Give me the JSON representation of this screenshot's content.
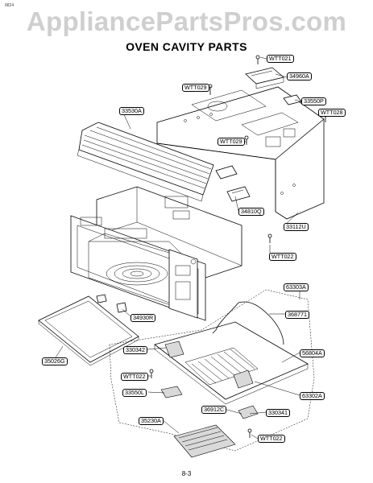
{
  "corner_code": "8824",
  "watermark": "AppliancePartsPros.com",
  "title": "OVEN CAVITY PARTS",
  "page_number": "8-3",
  "parts": [
    {
      "id": "wtt021",
      "label": "WTT021"
    },
    {
      "id": "34960a",
      "label": "34960A"
    },
    {
      "id": "wtt029-top",
      "label": "WTT029"
    },
    {
      "id": "33550p",
      "label": "33550P"
    },
    {
      "id": "wtt028",
      "label": "WTT028"
    },
    {
      "id": "33530a",
      "label": "33530A"
    },
    {
      "id": "wtt029-mid",
      "label": "WTT029"
    },
    {
      "id": "34810q",
      "label": "34810Q"
    },
    {
      "id": "33112u",
      "label": "33112U"
    },
    {
      "id": "wtt022-right",
      "label": "WTT022"
    },
    {
      "id": "63303a",
      "label": "63303A"
    },
    {
      "id": "368771",
      "label": "368771"
    },
    {
      "id": "34930r",
      "label": "34930R"
    },
    {
      "id": "35026g",
      "label": "35026G"
    },
    {
      "id": "330342",
      "label": "330342"
    },
    {
      "id": "56804a",
      "label": "56804A"
    },
    {
      "id": "wtt022-left",
      "label": "WTT022"
    },
    {
      "id": "33550l",
      "label": "33550L"
    },
    {
      "id": "63302a",
      "label": "63302A"
    },
    {
      "id": "36912c",
      "label": "36912C"
    },
    {
      "id": "330341",
      "label": "330341"
    },
    {
      "id": "35230a",
      "label": "35230A"
    },
    {
      "id": "wtt022-bottom",
      "label": "WTT022"
    }
  ]
}
